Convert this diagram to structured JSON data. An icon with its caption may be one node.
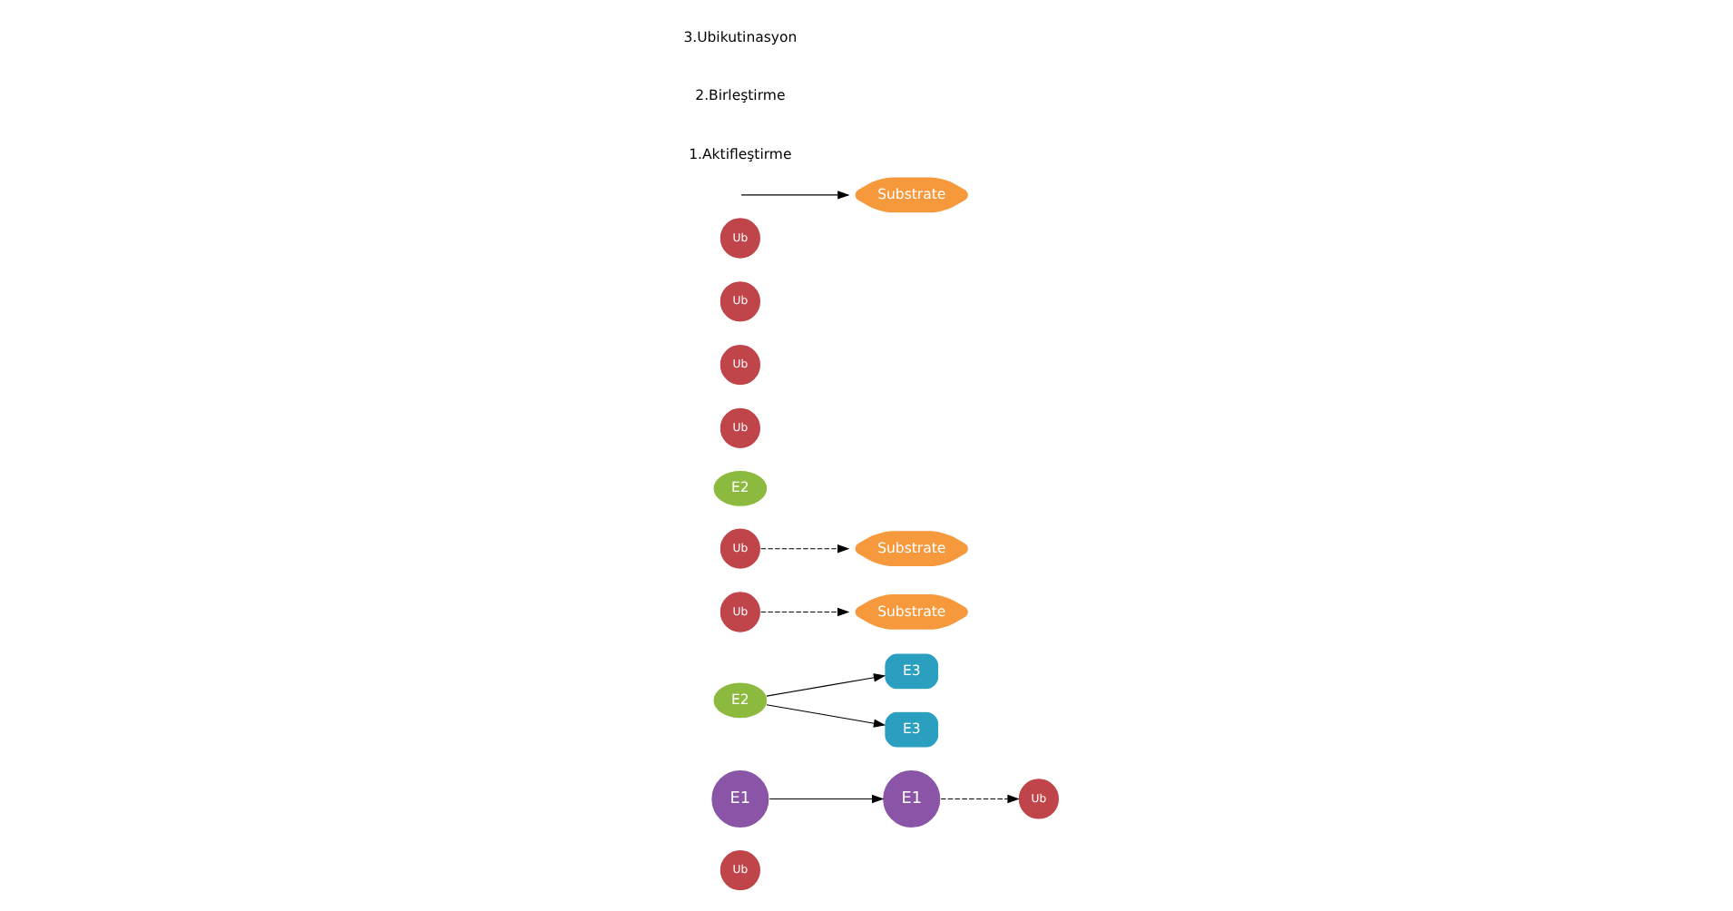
{
  "diagram": {
    "nodes": [
      {
        "text": [
          "Ub"
        ]
      },
      {
        "text": [
          "E1"
        ]
      },
      {
        "text": [
          "E1"
        ]
      },
      {
        "text": [
          "E2"
        ]
      },
      {
        "text": [
          "Ub"
        ]
      },
      {
        "text": [
          "Ub"
        ]
      },
      {
        "text": [
          "E3"
        ]
      },
      {
        "text": [
          "Substrate"
        ]
      },
      {
        "text": [
          "Ub"
        ]
      },
      {
        "text": [
          "E2"
        ]
      },
      {
        "text": [
          "E3"
        ]
      },
      {
        "text": [
          "Substrate"
        ]
      },
      {
        "text": [
          "Ub"
        ]
      },
      {
        "text": [
          "Ub"
        ]
      },
      {
        "text": [
          "Ub"
        ]
      },
      {
        "text": [
          "Ub"
        ]
      },
      {
        "text": [
          "Substrate"
        ]
      }
    ],
    "edges": [
      {
        "from": 1,
        "to": 2,
        "arrow": "to"
      },
      {
        "from": 2,
        "to": 4,
        "arrow": "to",
        "style": "dashed"
      },
      {
        "from": 3,
        "to": 6,
        "arrow": "to"
      },
      {
        "from": 3,
        "to": 10,
        "arrow": "to"
      },
      {
        "from": 5,
        "to": 7,
        "arrow": "to",
        "style": "dashed"
      },
      {
        "from": 8,
        "to": 11,
        "arrow": "to",
        "style": "dashed"
      },
      {
        "from": null,
        "to": 16,
        "arrow": "to"
      }
    ],
    "labels": [
      "1.Aktifleştirme",
      "2.Birleştirme",
      "3.Ubikutinasyon"
    ]
  }
}
